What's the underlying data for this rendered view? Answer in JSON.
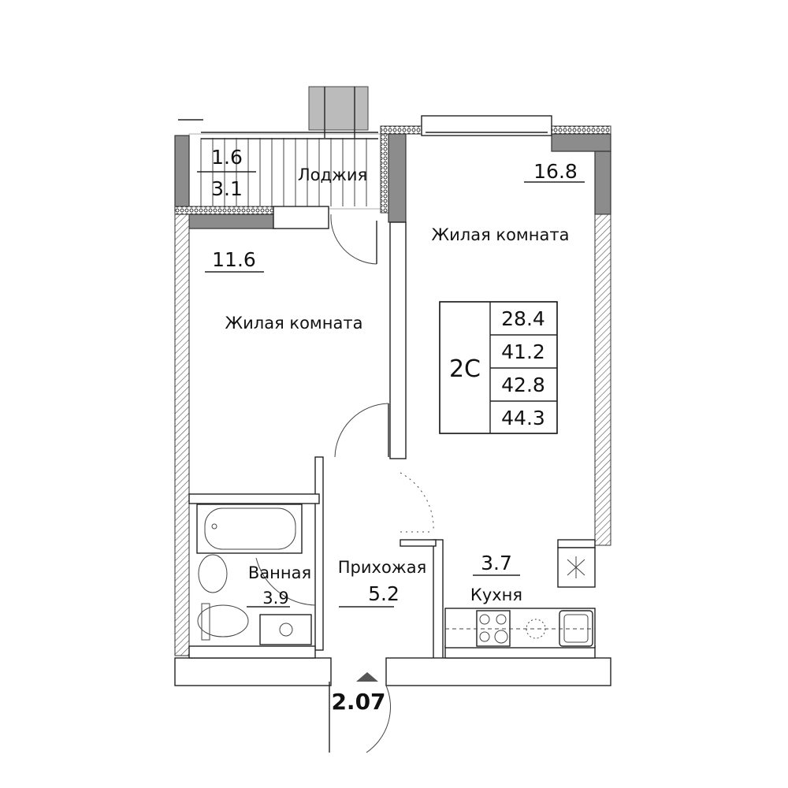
{
  "rooms": {
    "loggia": {
      "name": "Лоджия",
      "area_top": "1.6",
      "area_bottom": "3.1"
    },
    "living_right": {
      "name": "Жилая комната",
      "area": "16.8"
    },
    "living_left": {
      "name": "Жилая комната",
      "area": "11.6"
    },
    "bathroom": {
      "name": "Ванная",
      "area": "3.9"
    },
    "hallway": {
      "name": "Прихожая",
      "area": "5.2"
    },
    "kitchen": {
      "name": "Кухня",
      "area": "3.7"
    }
  },
  "summary": {
    "type": "2С",
    "values": [
      "28.4",
      "41.2",
      "42.8",
      "44.3"
    ]
  },
  "entrance": {
    "ceiling_height": "2.07"
  },
  "colors": {
    "wall": "#8c8c8c",
    "line": "#222222",
    "marker": "#555555"
  }
}
